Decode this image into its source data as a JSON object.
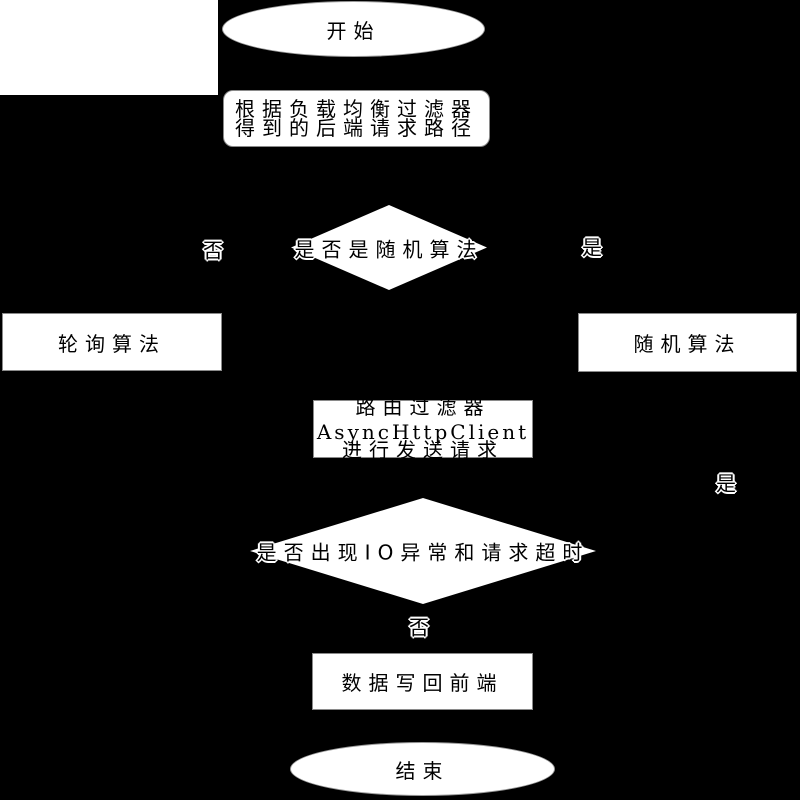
{
  "diagram_type": "flowchart",
  "colors": {
    "background": "#000000",
    "shape_fill": "#ffffff",
    "text": "#000000",
    "edge_label_halo": "#ffffff"
  },
  "flowchart": {
    "start": "开始",
    "load_balancer": {
      "line1": "根据负载均衡过滤器",
      "line2": "得到的后端请求路径"
    },
    "decision_random": "是否是随机算法",
    "branch_no": "否",
    "branch_yes": "是",
    "round_robin": "轮询算法",
    "random": "随机算法",
    "route_filter": {
      "line1": "路由过滤器",
      "line2": "AsyncHttpClient",
      "line3": "进行发送请求"
    },
    "branch_yes2": "是",
    "decision_io_timeout": "是否出现IO异常和请求超时",
    "branch_no2": "否",
    "write_back": "数据写回前端",
    "end": "结束"
  }
}
